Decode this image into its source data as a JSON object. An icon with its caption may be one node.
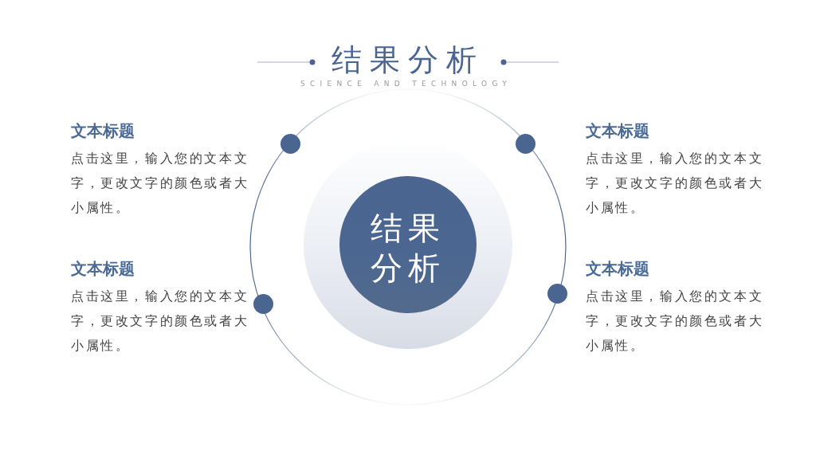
{
  "diagram": {
    "title": "结果分析",
    "nodes": [
      {
        "text": [
          "结果分析"
        ]
      }
    ],
    "labels": [
      "SCIENCE AND TECHNOLOGY",
      "文本标题",
      "点击这里，输入您的文本文字，更改文字的颜色或者大小属性。",
      "文本标题",
      "点击这里，输入您的文本文字，更改文字的颜色或者大小属性。",
      "文本标题",
      "点击这里，输入您的文本文字，更改文字的颜色或者大小属性。",
      "文本标题",
      "点击这里，输入您的文本文字，更改文字的颜色或者大小属性。"
    ]
  }
}
